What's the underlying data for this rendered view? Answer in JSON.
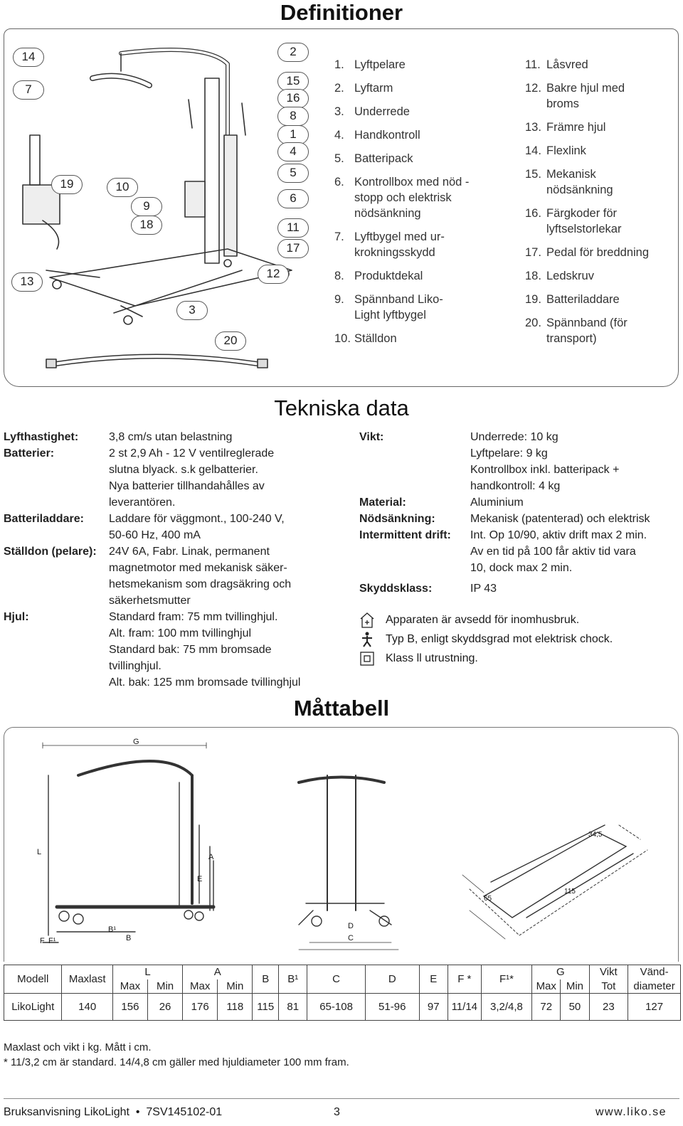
{
  "page_title": "Definitioner",
  "callouts_left": [
    "14",
    "7",
    "19",
    "10",
    "9",
    "18",
    "13",
    "3",
    "20"
  ],
  "callouts_right": [
    "2",
    "15",
    "16",
    "8",
    "1",
    "4",
    "5",
    "6",
    "11",
    "17",
    "12"
  ],
  "definitions_col1": [
    {
      "num": "1.",
      "text": "Lyftpelare"
    },
    {
      "num": "2.",
      "text": "Lyftarm"
    },
    {
      "num": "3.",
      "text": "Underrede"
    },
    {
      "num": "4.",
      "text": "Handkontroll"
    },
    {
      "num": "5.",
      "text": "Batteripack"
    },
    {
      "num": "6.",
      "text": "Kontrollbox med nöd -\nstopp och elektrisk\nnödsänkning"
    },
    {
      "num": "7.",
      "text": "Lyftbygel med ur-\nkrokningsskydd"
    },
    {
      "num": "8.",
      "text": "Produktdekal"
    },
    {
      "num": "9.",
      "text": "Spännband Liko-\nLight lyftbygel"
    },
    {
      "num": "10.",
      "text": "Ställdon"
    }
  ],
  "definitions_col2": [
    {
      "num": "11.",
      "text": "Låsvred"
    },
    {
      "num": "12.",
      "text": "Bakre hjul med\nbroms"
    },
    {
      "num": "13.",
      "text": "Främre hjul"
    },
    {
      "num": "14.",
      "text": "Flexlink"
    },
    {
      "num": "15.",
      "text": "Mekanisk\nnödsänkning"
    },
    {
      "num": "16.",
      "text": "Färgkoder för\nlyftselstorlekar"
    },
    {
      "num": "17.",
      "text": "Pedal för breddning"
    },
    {
      "num": "18.",
      "text": "Ledskruv"
    },
    {
      "num": "19.",
      "text": "Batteriladdare"
    },
    {
      "num": "20.",
      "text": "Spännband (för\ntransport)"
    }
  ],
  "tech_title": "Tekniska data",
  "tech_left": [
    {
      "label": "Lyfthastighet:",
      "value": "3,8 cm/s utan belastning"
    },
    {
      "label": "Batterier:",
      "value": "2 st 2,9 Ah - 12 V ventilreglerade\nslutna blyack. s.k gelbatterier.\nNya batterier tillhandahålles av\nleverantören."
    },
    {
      "label": "Batteriladdare:",
      "value": "Laddare för väggmont., 100-240 V,\n50-60 Hz, 400 mA"
    },
    {
      "label": "Ställdon (pelare):",
      "value": "24V 6A, Fabr. Linak, permanent\nmagnetmotor med mekanisk säker-\nhetsmekanism som dragsäkring och\nsäkerhetsmutter"
    },
    {
      "label": "Hjul:",
      "value": "Standard fram: 75 mm tvillinghjul.\nAlt. fram: 100 mm tvillinghjul\nStandard bak: 75 mm bromsade\ntvillinghjul.\nAlt. bak: 125 mm bromsade tvillinghjul"
    }
  ],
  "tech_right": [
    {
      "label": "Vikt:",
      "value": "Underrede: 10 kg\nLyftpelare: 9 kg\nKontrollbox inkl. batteripack +\nhandkontroll: 4 kg"
    },
    {
      "label": "Material:",
      "value": "Aluminium"
    },
    {
      "label": "Nödsänkning:",
      "value": "Mekanisk (patenterad) och elektrisk"
    },
    {
      "label": "Intermittent drift:",
      "value": "Int. Op 10/90, aktiv drift max 2 min.\nAv en tid på 100 får aktiv tid vara\n10, dock max 2 min."
    },
    {
      "label": "Skyddsklass:",
      "value": "IP 43"
    }
  ],
  "symbols": [
    {
      "icon": "indoor-use-icon",
      "text": "Apparaten är avsedd för inomhusbruk."
    },
    {
      "icon": "type-b-applied-part-icon",
      "text": "Typ B, enligt skyddsgrad mot elektrisk chock."
    },
    {
      "icon": "class-ii-equipment-icon",
      "text": "Klass ll utrustning."
    }
  ],
  "dim_title": "Måttabell",
  "dim_labels": {
    "G": "G",
    "L": "L",
    "A": "A",
    "E": "E",
    "B1": "B¹",
    "B": "B",
    "F": "F",
    "F1": "F¹",
    "D": "D",
    "C": "C",
    "d345": "34,5",
    "d115": "115",
    "d65": "65"
  },
  "table": {
    "head1": [
      "Modell",
      "Maxlast",
      "L",
      "A",
      "B",
      "B¹",
      "C",
      "D",
      "E",
      "F *",
      "F¹*",
      "G",
      "Vikt",
      "Vänd-"
    ],
    "head2": [
      "Max",
      "Min",
      "Max",
      "Min",
      "Max",
      "Min",
      "Tot",
      "diameter"
    ],
    "row": [
      "LikoLight",
      "140",
      "156",
      "26",
      "176",
      "118",
      "115",
      "81",
      "65-108",
      "51-96",
      "97",
      "11/14",
      "3,2/4,8",
      "72",
      "50",
      "23",
      "127"
    ]
  },
  "notes": [
    "Maxlast och vikt i kg. Mått i cm.",
    "* 11/3,2 cm är standard. 14/4,8 cm gäller med hjuldiameter 100 mm fram."
  ],
  "footer": {
    "left": "Bruksanvisning LikoLight  •  7SV145102-01",
    "page": "3",
    "right": "www.liko.se"
  }
}
